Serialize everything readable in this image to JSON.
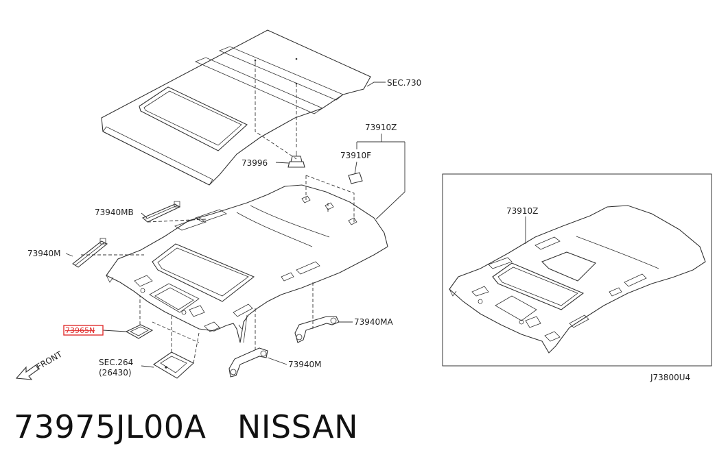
{
  "diagram": {
    "labels": {
      "sec730": "SEC.730",
      "p73910z": "73910Z",
      "p73910f": "73910F",
      "p73996": "73996",
      "p73940mb": "73940MB",
      "p73940m_left": "73940M",
      "p73965n": "73965N",
      "sec264": "SEC.264",
      "p26430": "(26430)",
      "p73940ma": "73940MA",
      "p73940m_bottom": "73940M",
      "front": "FRONT",
      "inset_73910z": "73910Z",
      "drawing_code": "J73800U4"
    },
    "highlight_color": "#e03030"
  },
  "caption": {
    "part_number": "73975JL00A",
    "brand": "NISSAN"
  }
}
